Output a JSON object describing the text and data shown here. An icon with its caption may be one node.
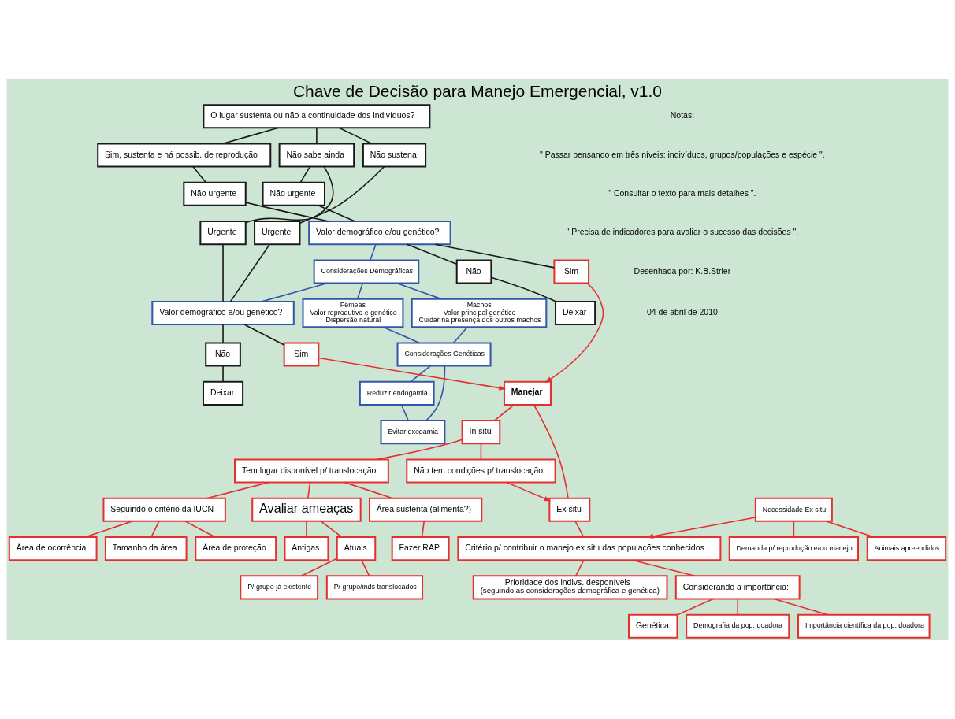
{
  "diagram": {
    "title": "Chave de Decisão para Manejo Emergencial, v1.0",
    "nodes": [
      {
        "text": [
          "O lugar sustenta ou não a continuidade dos indivíduos?"
        ]
      },
      {
        "text": [
          "Sim, sustenta e há possib. de reprodução"
        ]
      },
      {
        "text": [
          "Não sabe ainda"
        ]
      },
      {
        "text": [
          "Não sustena"
        ]
      },
      {
        "text": [
          "Não urgente"
        ]
      },
      {
        "text": [
          "Não urgente"
        ]
      },
      {
        "text": [
          "Urgente"
        ]
      },
      {
        "text": [
          "Urgente"
        ]
      },
      {
        "text": [
          "Valor demográfico e/ou genético?"
        ]
      },
      {
        "text": [
          "Considerações Demográficas"
        ]
      },
      {
        "text": [
          "Valor demográfico e/ou genético?"
        ]
      },
      {
        "text": [
          "Fêmeas",
          "Valor reprodutivo e genético",
          "Dispersão natural"
        ]
      },
      {
        "text": [
          "Machos",
          "Valor principal genético",
          "Cuidar na presença dos outros machos"
        ]
      },
      {
        "text": [
          "Não"
        ]
      },
      {
        "text": [
          "Não"
        ]
      },
      {
        "text": [
          "Deixar"
        ]
      },
      {
        "text": [
          "Deixar"
        ]
      },
      {
        "text": [
          "Considerações Genéticas"
        ]
      },
      {
        "text": [
          "Sim"
        ]
      },
      {
        "text": [
          "Sim"
        ]
      },
      {
        "text": [
          "Reduzir endogamia"
        ]
      },
      {
        "text": [
          "Evitar exogamia"
        ]
      },
      {
        "text": [
          "Manejar"
        ]
      },
      {
        "text": [
          "In situ"
        ]
      },
      {
        "text": [
          "Ex situ"
        ]
      },
      {
        "text": [
          "Tem lugar disponível p/ translocação"
        ]
      },
      {
        "text": [
          "Não tem condições p/ translocação"
        ]
      },
      {
        "text": [
          "Critério p/ contribuir o manejo ex situ das populações conhecidos"
        ]
      },
      {
        "text": [
          "Seguindo o critério da IUCN"
        ]
      },
      {
        "text": [
          "Avaliar ameaças"
        ]
      },
      {
        "text": [
          "Prioridade dos indivs. desponíveis",
          "(seguindo as considerações demográfica e genética)"
        ]
      },
      {
        "text": [
          "Área de ocorrência"
        ]
      },
      {
        "text": [
          "Antigas"
        ]
      },
      {
        "text": [
          "Considerando a importância:"
        ]
      },
      {
        "text": [
          "Tamanho da área"
        ]
      },
      {
        "text": [
          "Atuais"
        ]
      },
      {
        "text": [
          "Área de proteção"
        ]
      },
      {
        "text": [
          "Genética"
        ]
      },
      {
        "text": [
          "P/ grupo já existente"
        ]
      },
      {
        "text": [
          "Demografia da pop. doadora"
        ]
      },
      {
        "text": [
          "P/ grupo/inds translocados"
        ]
      },
      {
        "text": [
          "Importância científica da pop. doadora"
        ]
      },
      {
        "text": [
          "Área sustenta (alimenta?)"
        ]
      },
      {
        "text": [
          "Fazer RAP"
        ]
      },
      {
        "text": [
          "Necessidade Ex situ"
        ]
      },
      {
        "text": [
          "Demanda p/ reprodução e/ou manejo"
        ]
      },
      {
        "text": [
          "Animais apreendidos"
        ]
      }
    ],
    "edges": [
      {
        "from": 0,
        "to": 1,
        "arrow": "none",
        "color": "#1a1a1a"
      },
      {
        "from": 0,
        "to": 2,
        "arrow": "none",
        "color": "#1a1a1a"
      },
      {
        "from": 0,
        "to": 3,
        "arrow": "none",
        "color": "#1a1a1a"
      },
      {
        "from": 1,
        "to": 4,
        "arrow": "none",
        "color": "#1a1a1a"
      },
      {
        "from": 2,
        "to": 5,
        "arrow": "none",
        "color": "#1a1a1a"
      },
      {
        "from": 2,
        "to": 6,
        "arrow": "none",
        "color": "#1a1a1a"
      },
      {
        "from": 3,
        "to": 7,
        "arrow": "none",
        "color": "#1a1a1a"
      },
      {
        "from": 4,
        "to": 8,
        "arrow": "none",
        "color": "#1a1a1a"
      },
      {
        "from": 5,
        "to": 8,
        "arrow": "none",
        "color": "#1a1a1a"
      },
      {
        "from": 6,
        "to": 10,
        "arrow": "none",
        "color": "#1a1a1a"
      },
      {
        "from": 7,
        "to": 10,
        "arrow": "none",
        "color": "#1a1a1a"
      },
      {
        "from": 8,
        "to": 9,
        "arrow": "none",
        "color": "#3355aa"
      },
      {
        "from": 9,
        "to": 10,
        "arrow": "none",
        "color": "#3355aa"
      },
      {
        "from": 9,
        "to": 11,
        "arrow": "none",
        "color": "#3355aa"
      },
      {
        "from": 9,
        "to": 12,
        "arrow": "none",
        "color": "#3355aa"
      },
      {
        "from": 11,
        "to": 17,
        "arrow": "none",
        "color": "#3355aa"
      },
      {
        "from": 12,
        "to": 17,
        "arrow": "none",
        "color": "#3355aa"
      },
      {
        "from": 17,
        "to": 20,
        "arrow": "none",
        "color": "#3355aa"
      },
      {
        "from": 17,
        "to": 21,
        "arrow": "none",
        "color": "#3355aa"
      },
      {
        "from": 20,
        "to": 21,
        "arrow": "none",
        "color": "#3355aa"
      },
      {
        "from": 8,
        "to": 13,
        "arrow": "none",
        "color": "#1a1a1a"
      },
      {
        "from": 13,
        "to": 15,
        "arrow": "none",
        "color": "#1a1a1a"
      },
      {
        "from": 8,
        "to": 18,
        "arrow": "none",
        "color": "#1a1a1a"
      },
      {
        "from": 10,
        "to": 14,
        "arrow": "none",
        "color": "#1a1a1a"
      },
      {
        "from": 14,
        "to": 16,
        "arrow": "none",
        "color": "#1a1a1a"
      },
      {
        "from": 10,
        "to": 19,
        "arrow": "none",
        "color": "#1a1a1a"
      },
      {
        "from": 18,
        "to": 22,
        "arrow": "to"
      },
      {
        "from": 19,
        "to": 22,
        "arrow": "to"
      },
      {
        "from": 22,
        "to": 23,
        "arrow": "none"
      },
      {
        "from": 22,
        "to": 24,
        "arrow": "none"
      },
      {
        "from": 23,
        "to": 25,
        "arrow": "none"
      },
      {
        "from": 23,
        "to": 26,
        "arrow": "none"
      },
      {
        "from": 26,
        "to": 24,
        "arrow": "to"
      },
      {
        "from": 24,
        "to": 27,
        "arrow": "none"
      },
      {
        "from": 44,
        "to": 27,
        "arrow": "to"
      },
      {
        "from": 44,
        "to": 45,
        "arrow": "none"
      },
      {
        "from": 44,
        "to": 46,
        "arrow": "none"
      },
      {
        "from": 25,
        "to": 28,
        "arrow": "none"
      },
      {
        "from": 25,
        "to": 29,
        "arrow": "none"
      },
      {
        "from": 25,
        "to": 42,
        "arrow": "none"
      },
      {
        "from": 28,
        "to": 31,
        "arrow": "none"
      },
      {
        "from": 28,
        "to": 34,
        "arrow": "none"
      },
      {
        "from": 28,
        "to": 36,
        "arrow": "none"
      },
      {
        "from": 29,
        "to": 32,
        "arrow": "none"
      },
      {
        "from": 29,
        "to": 35,
        "arrow": "none"
      },
      {
        "from": 35,
        "to": 38,
        "arrow": "none"
      },
      {
        "from": 35,
        "to": 40,
        "arrow": "none"
      },
      {
        "from": 42,
        "to": 43,
        "arrow": "none"
      },
      {
        "from": 27,
        "to": 30,
        "arrow": "none"
      },
      {
        "from": 27,
        "to": 33,
        "arrow": "none"
      },
      {
        "from": 33,
        "to": 37,
        "arrow": "none"
      },
      {
        "from": 33,
        "to": 39,
        "arrow": "none"
      },
      {
        "from": 33,
        "to": 41,
        "arrow": "none"
      }
    ],
    "labels": [
      "Notas:",
      "\" Passar pensando em três níveis: indivíduos, grupos/populações e espécie \".",
      "\" Consultar o texto para mais detalhes \".",
      "\" Precisa de indicadores para avaliar o sucesso das decisões \".",
      "Desenhada por: K.B.Strier",
      "04 de abril de 2010"
    ]
  }
}
